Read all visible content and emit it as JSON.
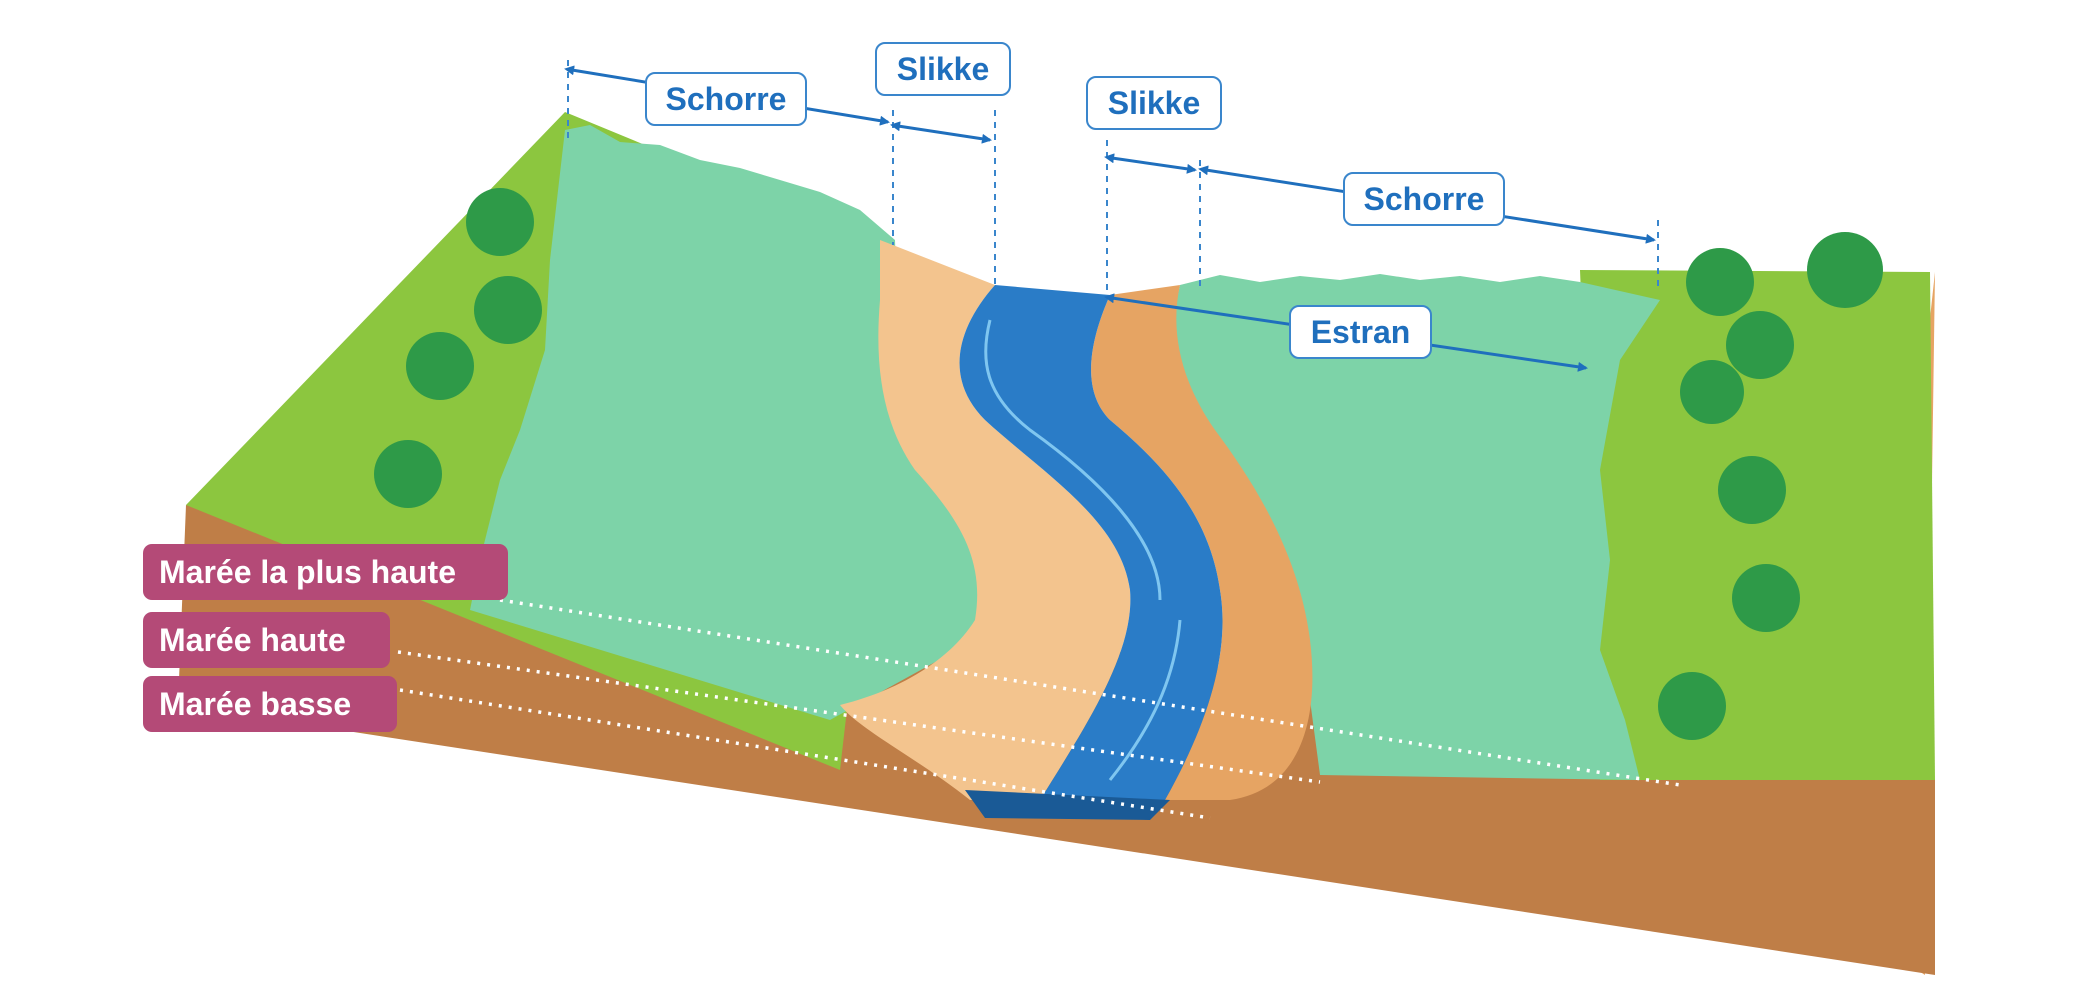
{
  "labels": {
    "schorre_left": "Schorre",
    "slikke_left": "Slikke",
    "slikke_right": "Slikke",
    "schorre_right": "Schorre",
    "estran": "Estran"
  },
  "tides": {
    "highest": "Marée la plus haute",
    "high": "Marée haute",
    "low": "Marée basse"
  },
  "colors": {
    "grass": "#8cc63f",
    "marsh": "#7dd3a8",
    "sand_light": "#f3c48e",
    "sand_dark": "#e6a463",
    "soil_front": "#bf7e47",
    "soil_side": "#e6a463",
    "water": "#2a7cc7",
    "water_dark": "#1a5a96",
    "label_blue": "#1f6fbd",
    "tide_magenta": "#b44a77"
  }
}
